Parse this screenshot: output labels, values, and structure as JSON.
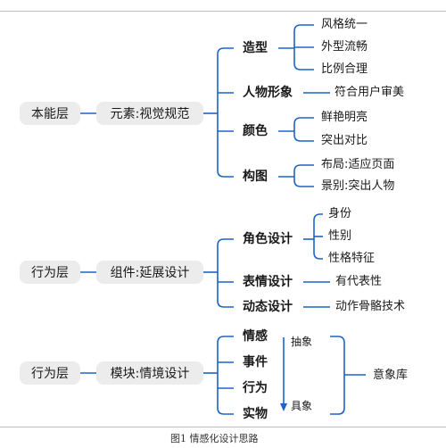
{
  "colors": {
    "line": "#1e63c6",
    "box_bg": "#ececec",
    "rule": "#bdbdbd"
  },
  "groups": [
    {
      "layer": "本能层",
      "element": "元素:视觉规范",
      "branches": [
        {
          "label": "造型",
          "children": [
            "风格统一",
            "外型流畅",
            "比例合理"
          ]
        },
        {
          "label": "人物形象",
          "children": [
            "符合用户审美"
          ]
        },
        {
          "label": "颜色",
          "children": [
            "鲜艳明亮",
            "突出对比"
          ]
        },
        {
          "label": "构图",
          "children": [
            "布局:适应页面",
            "景别:突出人物"
          ]
        }
      ]
    },
    {
      "layer": "行为层",
      "element": "组件:延展设计",
      "branches": [
        {
          "label": "角色设计",
          "children": [
            "身份",
            "性别",
            "性格特征"
          ]
        },
        {
          "label": "表情设计",
          "children": [
            "有代表性"
          ]
        },
        {
          "label": "动态设计",
          "children": [
            "动作骨骼技术"
          ]
        }
      ]
    },
    {
      "layer": "行为层",
      "element": "模块:情境设计",
      "branches": [
        {
          "label": "情感"
        },
        {
          "label": "事件"
        },
        {
          "label": "行为"
        },
        {
          "label": "实物"
        }
      ],
      "axis_top": "抽象",
      "axis_bottom": "具象",
      "result": "意象库"
    }
  ],
  "caption": "图1 情感化设计思路"
}
